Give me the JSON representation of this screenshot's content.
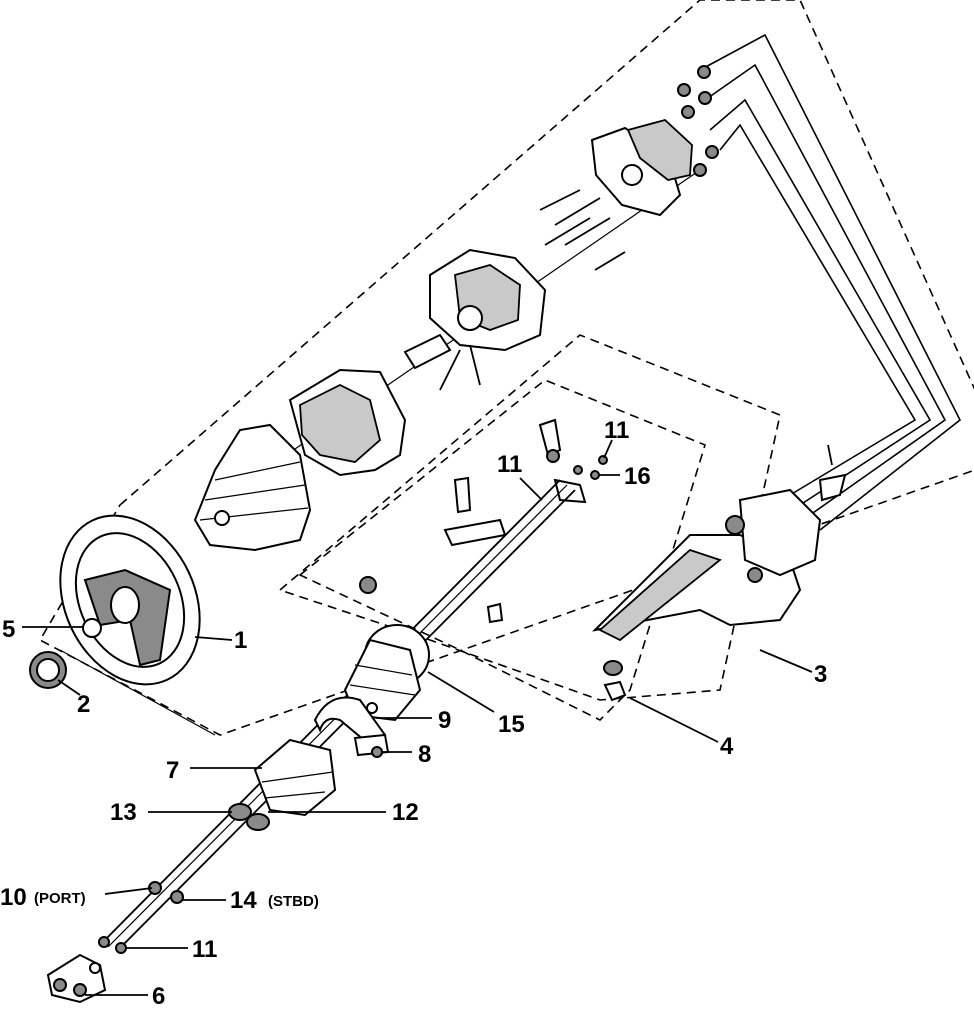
{
  "callouts": {
    "c1": "1",
    "c2": "2",
    "c3": "3",
    "c4": "4",
    "c5": "5",
    "c6": "6",
    "c7": "7",
    "c8": "8",
    "c9": "9",
    "c10": "10",
    "c10_note": "(PORT)",
    "c11a": "11",
    "c11b": "11",
    "c11c": "11",
    "c12": "12",
    "c13": "13",
    "c14": "14",
    "c14_note": "(STBD)",
    "c15": "15",
    "c16": "16"
  },
  "colors": {
    "ink": "#000000",
    "paper": "#ffffff",
    "shade": "#8a8a8a"
  }
}
